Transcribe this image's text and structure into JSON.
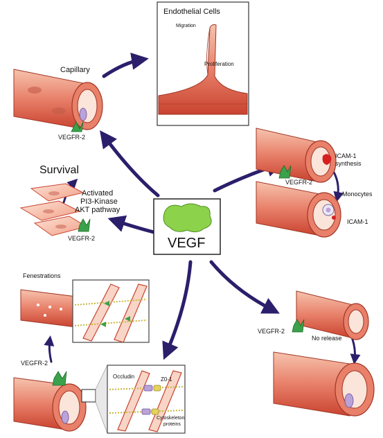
{
  "center": {
    "label": "VEGF"
  },
  "endothelial_panel": {
    "title": "Endothelial Cells",
    "migration": "Migration",
    "proliferation": "Proliferation"
  },
  "capillary": {
    "label": "Capillary",
    "receptor": "VEGFR-2"
  },
  "survival": {
    "title": "Survival",
    "pathway_line1": "Activated",
    "pathway_line2": "PI3-Kinase",
    "pathway_line3": "AKT pathway",
    "receptor": "VEGFR-2"
  },
  "inflammation": {
    "icam_synthesis_line1": "ICAM-1",
    "icam_synthesis_line2": "synthesis",
    "receptor": "VEGFR-2",
    "monocytes": "Monocytes",
    "icam": "ICAM-1"
  },
  "permeability": {
    "fenestrations": "Fenestrations",
    "receptor": "VEGFR-2",
    "occludin": "Occludin",
    "zo1": "Z0-1",
    "cytoskeleton_line1": "Cytoskeleton",
    "cytoskeleton_line2": "proteins"
  },
  "release": {
    "receptor": "VEGFR-2",
    "no_release": "No release"
  },
  "colors": {
    "vessel": "#d9503a",
    "vessel_light": "#f1a48c",
    "arrow": "#2b1f6b",
    "receptor": "#3aa24a",
    "vegf": "#8cd24a"
  }
}
